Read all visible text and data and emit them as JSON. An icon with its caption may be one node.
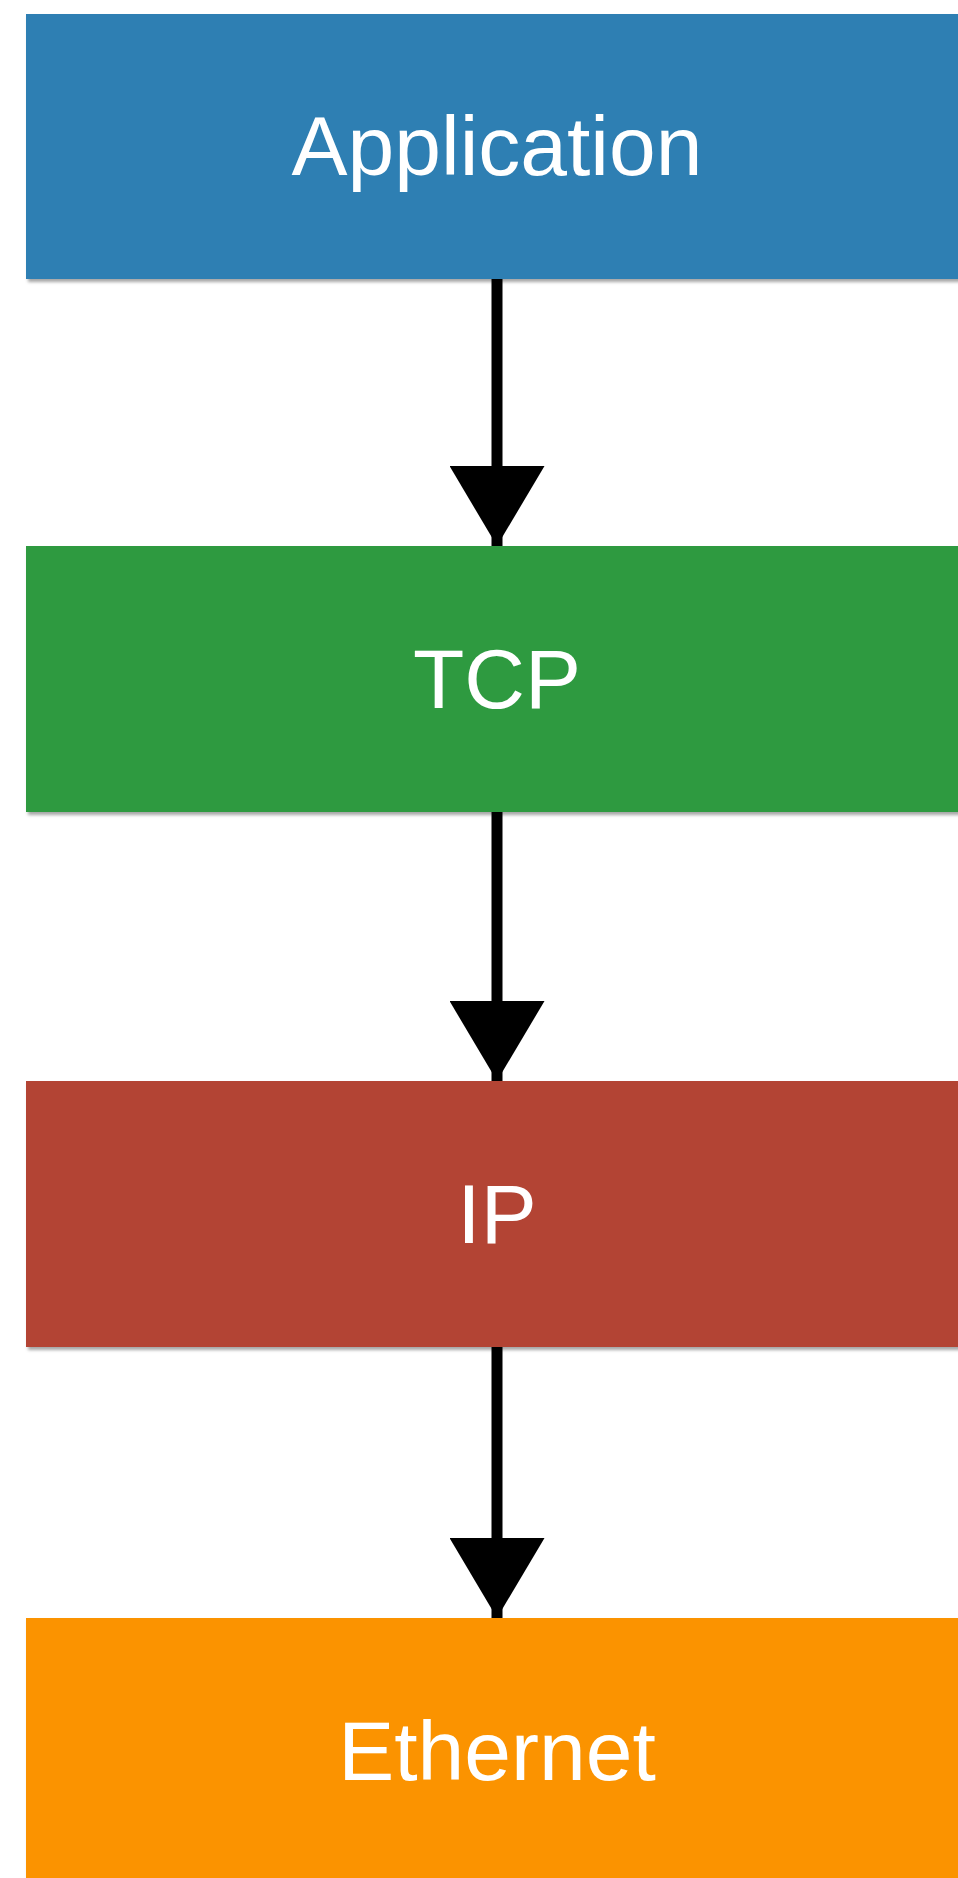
{
  "diagram": {
    "nodes": [
      {
        "text": [
          "Application"
        ]
      },
      {
        "text": [
          "TCP"
        ]
      },
      {
        "text": [
          "IP"
        ]
      },
      {
        "text": [
          "Ethernet"
        ]
      }
    ],
    "edges": [
      {
        "from": 0,
        "to": 1,
        "arrow": "to"
      },
      {
        "from": 1,
        "to": 2,
        "arrow": "to"
      },
      {
        "from": 2,
        "to": 3,
        "arrow": "to"
      }
    ]
  }
}
